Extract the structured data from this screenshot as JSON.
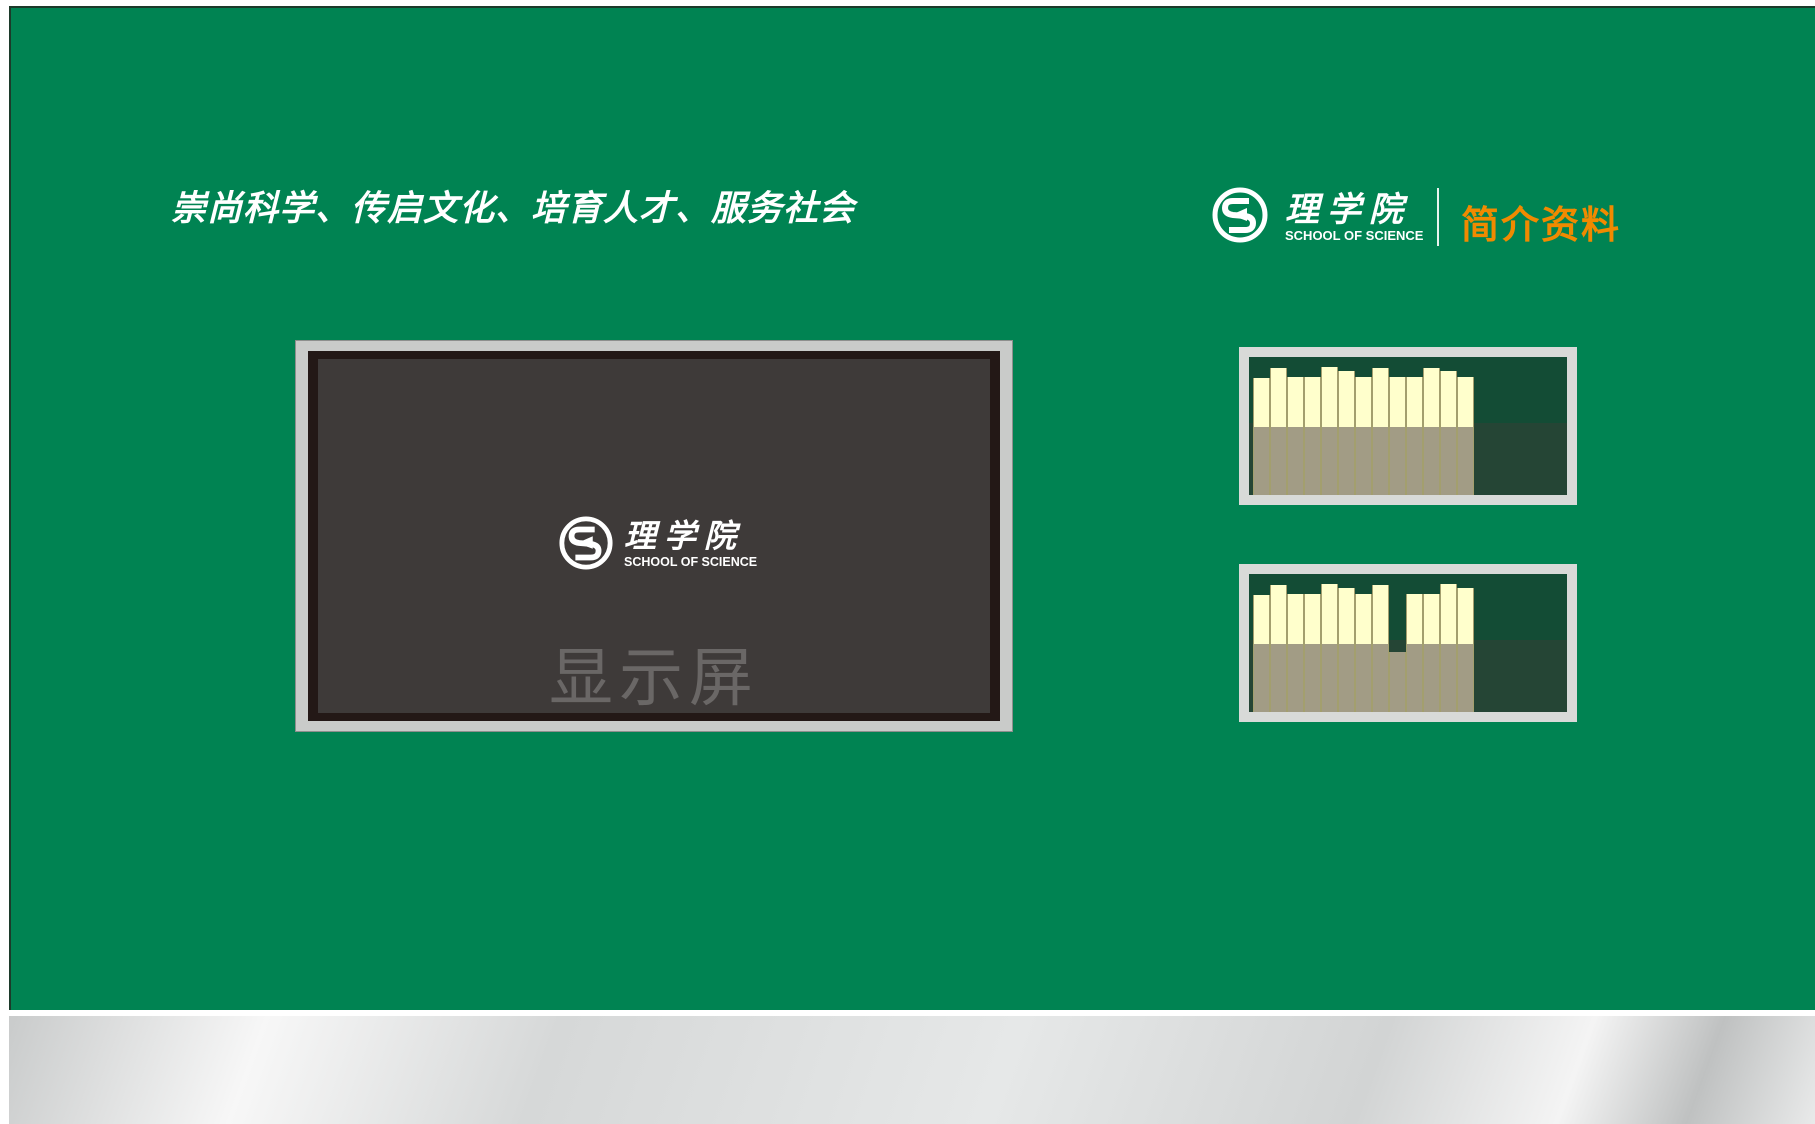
{
  "slogan": "崇尚科学、传启文化、培育人才、服务社会",
  "brand": {
    "name_cn": "理学院",
    "name_en": "SCHOOL OF SCIENCE",
    "subtitle": "简介资料",
    "subtitle_color": "#f08a00",
    "logo_icon": "s-circle-logo-icon"
  },
  "screen": {
    "logo_cn": "理学院",
    "logo_en": "SCHOOL OF SCIENCE",
    "label": "显示屏"
  },
  "colors": {
    "board": "#008352",
    "screen_panel": "#3e3a39",
    "book_spine": "#ffffcc",
    "shelf_back": "#134c35"
  },
  "shelves": [
    {
      "books": [
        0.82,
        0.98,
        0.84,
        0.84,
        1.0,
        0.94,
        0.84,
        0.98,
        0.84,
        0.84,
        0.98,
        0.94,
        0.84
      ]
    },
    {
      "books": [
        0.82,
        0.98,
        0.84,
        0.84,
        1.0,
        0.94,
        0.84,
        0.98,
        0.0,
        0.84,
        0.84,
        1.0,
        0.94
      ]
    }
  ]
}
